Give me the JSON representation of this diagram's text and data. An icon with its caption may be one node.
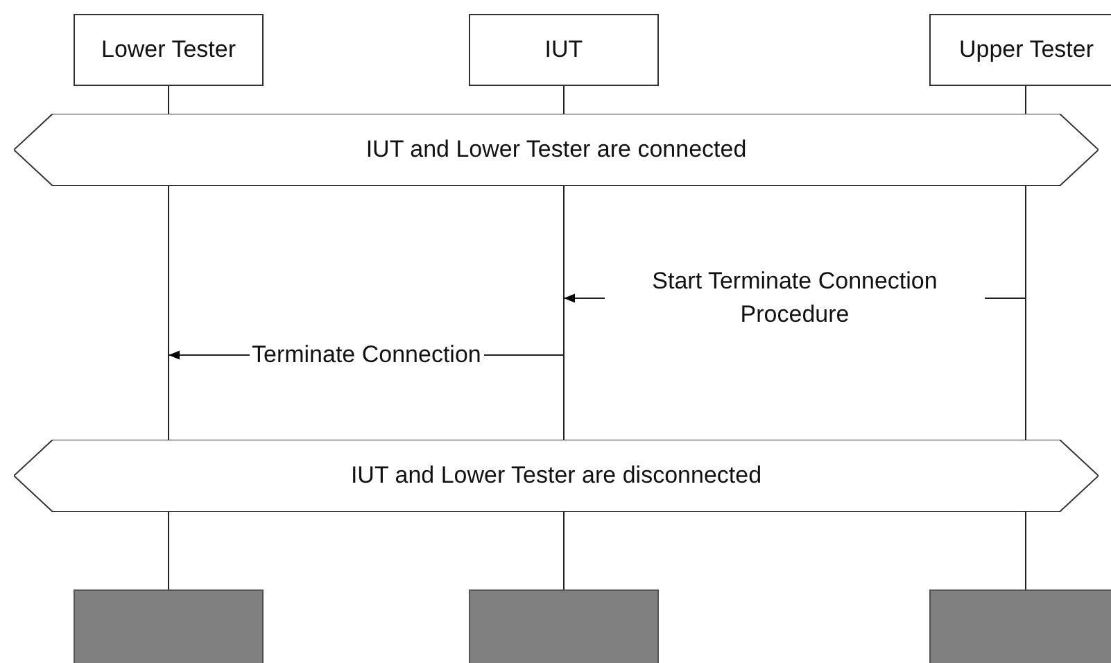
{
  "diagram": {
    "nodes": [
      {
        "text": [
          "Lower Tester"
        ]
      },
      {
        "text": [
          "IUT"
        ]
      },
      {
        "text": [
          "Upper Tester"
        ]
      },
      {
        "text": [
          "IUT and Lower Tester are connected"
        ]
      },
      {
        "text": [
          "IUT and Lower Tester are disconnected"
        ]
      },
      {
        "text": [],
        "shape": "box"
      },
      {
        "text": [],
        "shape": "box"
      },
      {
        "text": [],
        "shape": "box"
      },
      {
        "text": [],
        "shape": "line"
      },
      {
        "text": [],
        "shape": "line"
      },
      {
        "text": [],
        "shape": "line"
      }
    ],
    "edges": [
      {
        "from": 10,
        "to": 9,
        "arrow": "to",
        "label": "Start Terminate Connection Procedure"
      },
      {
        "from": 9,
        "to": 8,
        "arrow": "to",
        "label": "Terminate Connection"
      }
    ]
  }
}
